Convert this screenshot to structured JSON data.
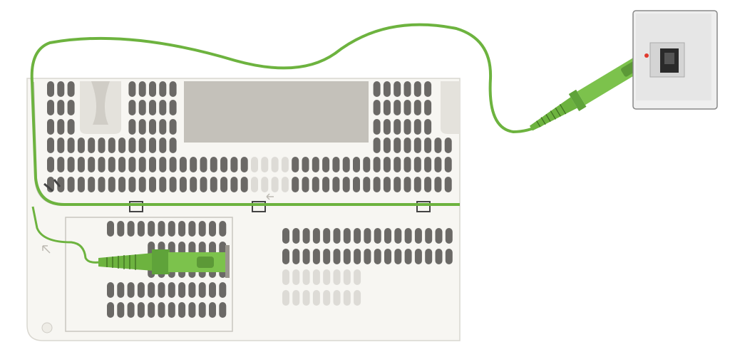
{
  "colors": {
    "cable": "#6db33f",
    "cable_dark": "#4e8a2a",
    "router_body": "#f7f6f2",
    "router_outline": "#d9d7d0",
    "vent_dark": "#6b6966",
    "vent_light": "#dddbd6",
    "panel_gray": "#c4c1ba",
    "wall_socket": "#efefef",
    "socket_port": "#2a2a2a",
    "indicator_red": "#e03a2e"
  },
  "icons": [
    "router-illustration",
    "fiber-cable",
    "sc-connector",
    "wall-socket-icon",
    "arrow-icon"
  ]
}
